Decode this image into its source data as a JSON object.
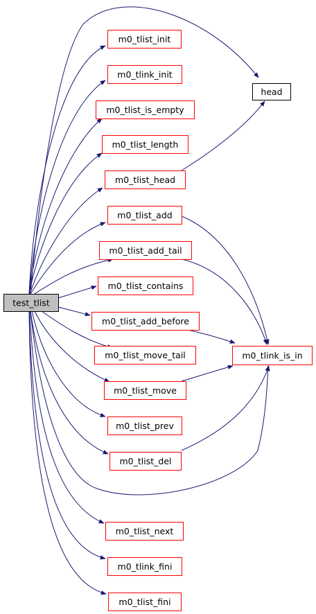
{
  "colors": {
    "edge": "#191970",
    "root_fill": "#bfbfbf",
    "root_border": "#000000",
    "node_border": "#ff0000",
    "plain_border": "#000000",
    "node_fill": "#ffffff"
  },
  "graph": {
    "root": {
      "id": "test_tlist",
      "label": "test_tlist"
    },
    "nodes": [
      {
        "id": "m0_tlist_init",
        "label": "m0_tlist_init"
      },
      {
        "id": "m0_tlink_init",
        "label": "m0_tlink_init"
      },
      {
        "id": "m0_tlist_is_empty",
        "label": "m0_tlist_is_empty"
      },
      {
        "id": "m0_tlist_length",
        "label": "m0_tlist_length"
      },
      {
        "id": "m0_tlist_head",
        "label": "m0_tlist_head"
      },
      {
        "id": "m0_tlist_add",
        "label": "m0_tlist_add"
      },
      {
        "id": "m0_tlist_add_tail",
        "label": "m0_tlist_add_tail"
      },
      {
        "id": "m0_tlist_contains",
        "label": "m0_tlist_contains"
      },
      {
        "id": "m0_tlist_add_before",
        "label": "m0_tlist_add_before"
      },
      {
        "id": "m0_tlist_move_tail",
        "label": "m0_tlist_move_tail"
      },
      {
        "id": "m0_tlist_move",
        "label": "m0_tlist_move"
      },
      {
        "id": "m0_tlist_prev",
        "label": "m0_tlist_prev"
      },
      {
        "id": "m0_tlist_del",
        "label": "m0_tlist_del"
      },
      {
        "id": "m0_tlist_next",
        "label": "m0_tlist_next"
      },
      {
        "id": "m0_tlink_fini",
        "label": "m0_tlink_fini"
      },
      {
        "id": "m0_tlist_fini",
        "label": "m0_tlist_fini"
      },
      {
        "id": "head",
        "label": "head"
      },
      {
        "id": "m0_tlink_is_in",
        "label": "m0_tlink_is_in"
      }
    ],
    "edges": [
      {
        "from": "test_tlist",
        "to": "head"
      },
      {
        "from": "test_tlist",
        "to": "m0_tlist_init"
      },
      {
        "from": "test_tlist",
        "to": "m0_tlink_init"
      },
      {
        "from": "test_tlist",
        "to": "m0_tlist_is_empty"
      },
      {
        "from": "test_tlist",
        "to": "m0_tlist_length"
      },
      {
        "from": "test_tlist",
        "to": "m0_tlist_head"
      },
      {
        "from": "test_tlist",
        "to": "m0_tlist_add"
      },
      {
        "from": "test_tlist",
        "to": "m0_tlist_add_tail"
      },
      {
        "from": "test_tlist",
        "to": "m0_tlist_contains"
      },
      {
        "from": "test_tlist",
        "to": "m0_tlist_add_before"
      },
      {
        "from": "test_tlist",
        "to": "m0_tlist_move_tail"
      },
      {
        "from": "test_tlist",
        "to": "m0_tlist_move"
      },
      {
        "from": "test_tlist",
        "to": "m0_tlist_prev"
      },
      {
        "from": "test_tlist",
        "to": "m0_tlist_del"
      },
      {
        "from": "test_tlist",
        "to": "m0_tlink_is_in"
      },
      {
        "from": "test_tlist",
        "to": "m0_tlist_next"
      },
      {
        "from": "test_tlist",
        "to": "m0_tlink_fini"
      },
      {
        "from": "test_tlist",
        "to": "m0_tlist_fini"
      },
      {
        "from": "m0_tlist_head",
        "to": "head"
      },
      {
        "from": "m0_tlist_add",
        "to": "m0_tlink_is_in"
      },
      {
        "from": "m0_tlist_add_tail",
        "to": "m0_tlink_is_in"
      },
      {
        "from": "m0_tlist_add_before",
        "to": "m0_tlink_is_in"
      },
      {
        "from": "m0_tlist_move",
        "to": "m0_tlink_is_in"
      },
      {
        "from": "m0_tlist_del",
        "to": "m0_tlink_is_in"
      }
    ]
  }
}
